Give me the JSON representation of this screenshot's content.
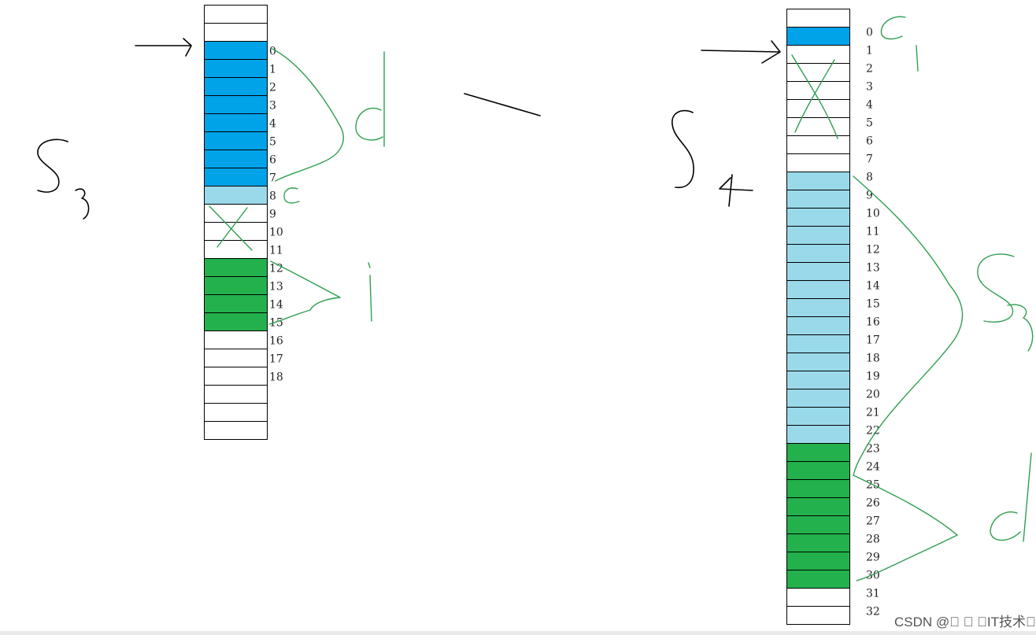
{
  "colors": {
    "dark_blue": "#00a2e8",
    "light_blue": "#99d9ea",
    "green": "#22b14c",
    "empty": "#ffffff",
    "border": "#000000",
    "ink_black": "#000000",
    "ink_green": "#2f9e50"
  },
  "left_column": {
    "cells": [
      "empty",
      "empty",
      "dark_blue",
      "dark_blue",
      "dark_blue",
      "dark_blue",
      "dark_blue",
      "dark_blue",
      "dark_blue",
      "dark_blue",
      "light_blue",
      "empty",
      "empty",
      "empty",
      "green",
      "green",
      "green",
      "green",
      "empty",
      "empty",
      "empty",
      "empty",
      "empty",
      "empty"
    ],
    "labels": [
      "0",
      "1",
      "2",
      "3",
      "4",
      "5",
      "6",
      "7",
      "8",
      "9",
      "10",
      "11",
      "12",
      "13",
      "14",
      "15",
      "16",
      "17",
      "18"
    ],
    "label_start_row": 2
  },
  "right_column": {
    "cells": [
      "empty",
      "dark_blue",
      "empty",
      "empty",
      "empty",
      "empty",
      "empty",
      "empty",
      "empty",
      "light_blue",
      "light_blue",
      "light_blue",
      "light_blue",
      "light_blue",
      "light_blue",
      "light_blue",
      "light_blue",
      "light_blue",
      "light_blue",
      "light_blue",
      "light_blue",
      "light_blue",
      "light_blue",
      "light_blue",
      "green",
      "green",
      "green",
      "green",
      "green",
      "green",
      "green",
      "green",
      "empty",
      "empty"
    ],
    "labels": [
      "0",
      "1",
      "2",
      "3",
      "4",
      "5",
      "6",
      "7",
      "8",
      "9",
      "10",
      "11",
      "12",
      "13",
      "14",
      "15",
      "16",
      "17",
      "18",
      "19",
      "20",
      "21",
      "22",
      "23",
      "24",
      "25",
      "26",
      "27",
      "28",
      "29",
      "30",
      "31",
      "32"
    ]
  },
  "watermark": "CSDN @\u0000 \u0000 \u0000IT技术\u0000"
}
